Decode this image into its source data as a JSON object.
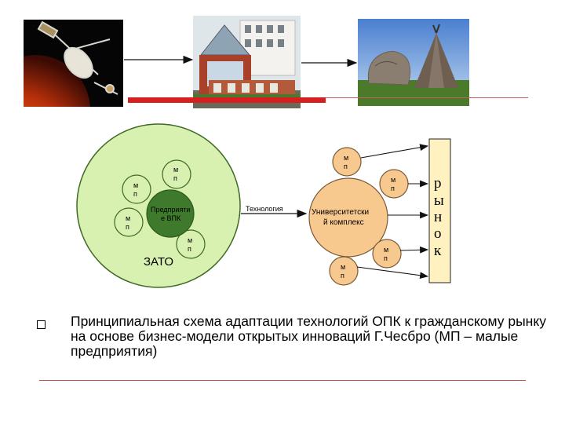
{
  "diagram": {
    "zato_label": "ЗАТО",
    "enterprise_label_line1": "Предприяти",
    "enterprise_label_line2": "е ВПК",
    "technology_label": "Технология",
    "university_label_line1": "Университетски",
    "university_label_line2": "й комплекс",
    "mp_top": "м",
    "mp_bottom": "п",
    "market_letters": [
      "р",
      "ы",
      "н",
      "о",
      "к"
    ]
  },
  "caption": "Принципиальная схема адаптации технологий ОПК к гражданскому рынку на основе бизнес-модели открытых инноваций Г.Чесбро (МП – малые предприятия)",
  "colors": {
    "zato_circle": "#d8f0b0",
    "enterprise_circle": "#3f7a2c",
    "university_circle": "#f8c98f",
    "market_box": "#fff2c0",
    "accent_red": "#d62020"
  }
}
